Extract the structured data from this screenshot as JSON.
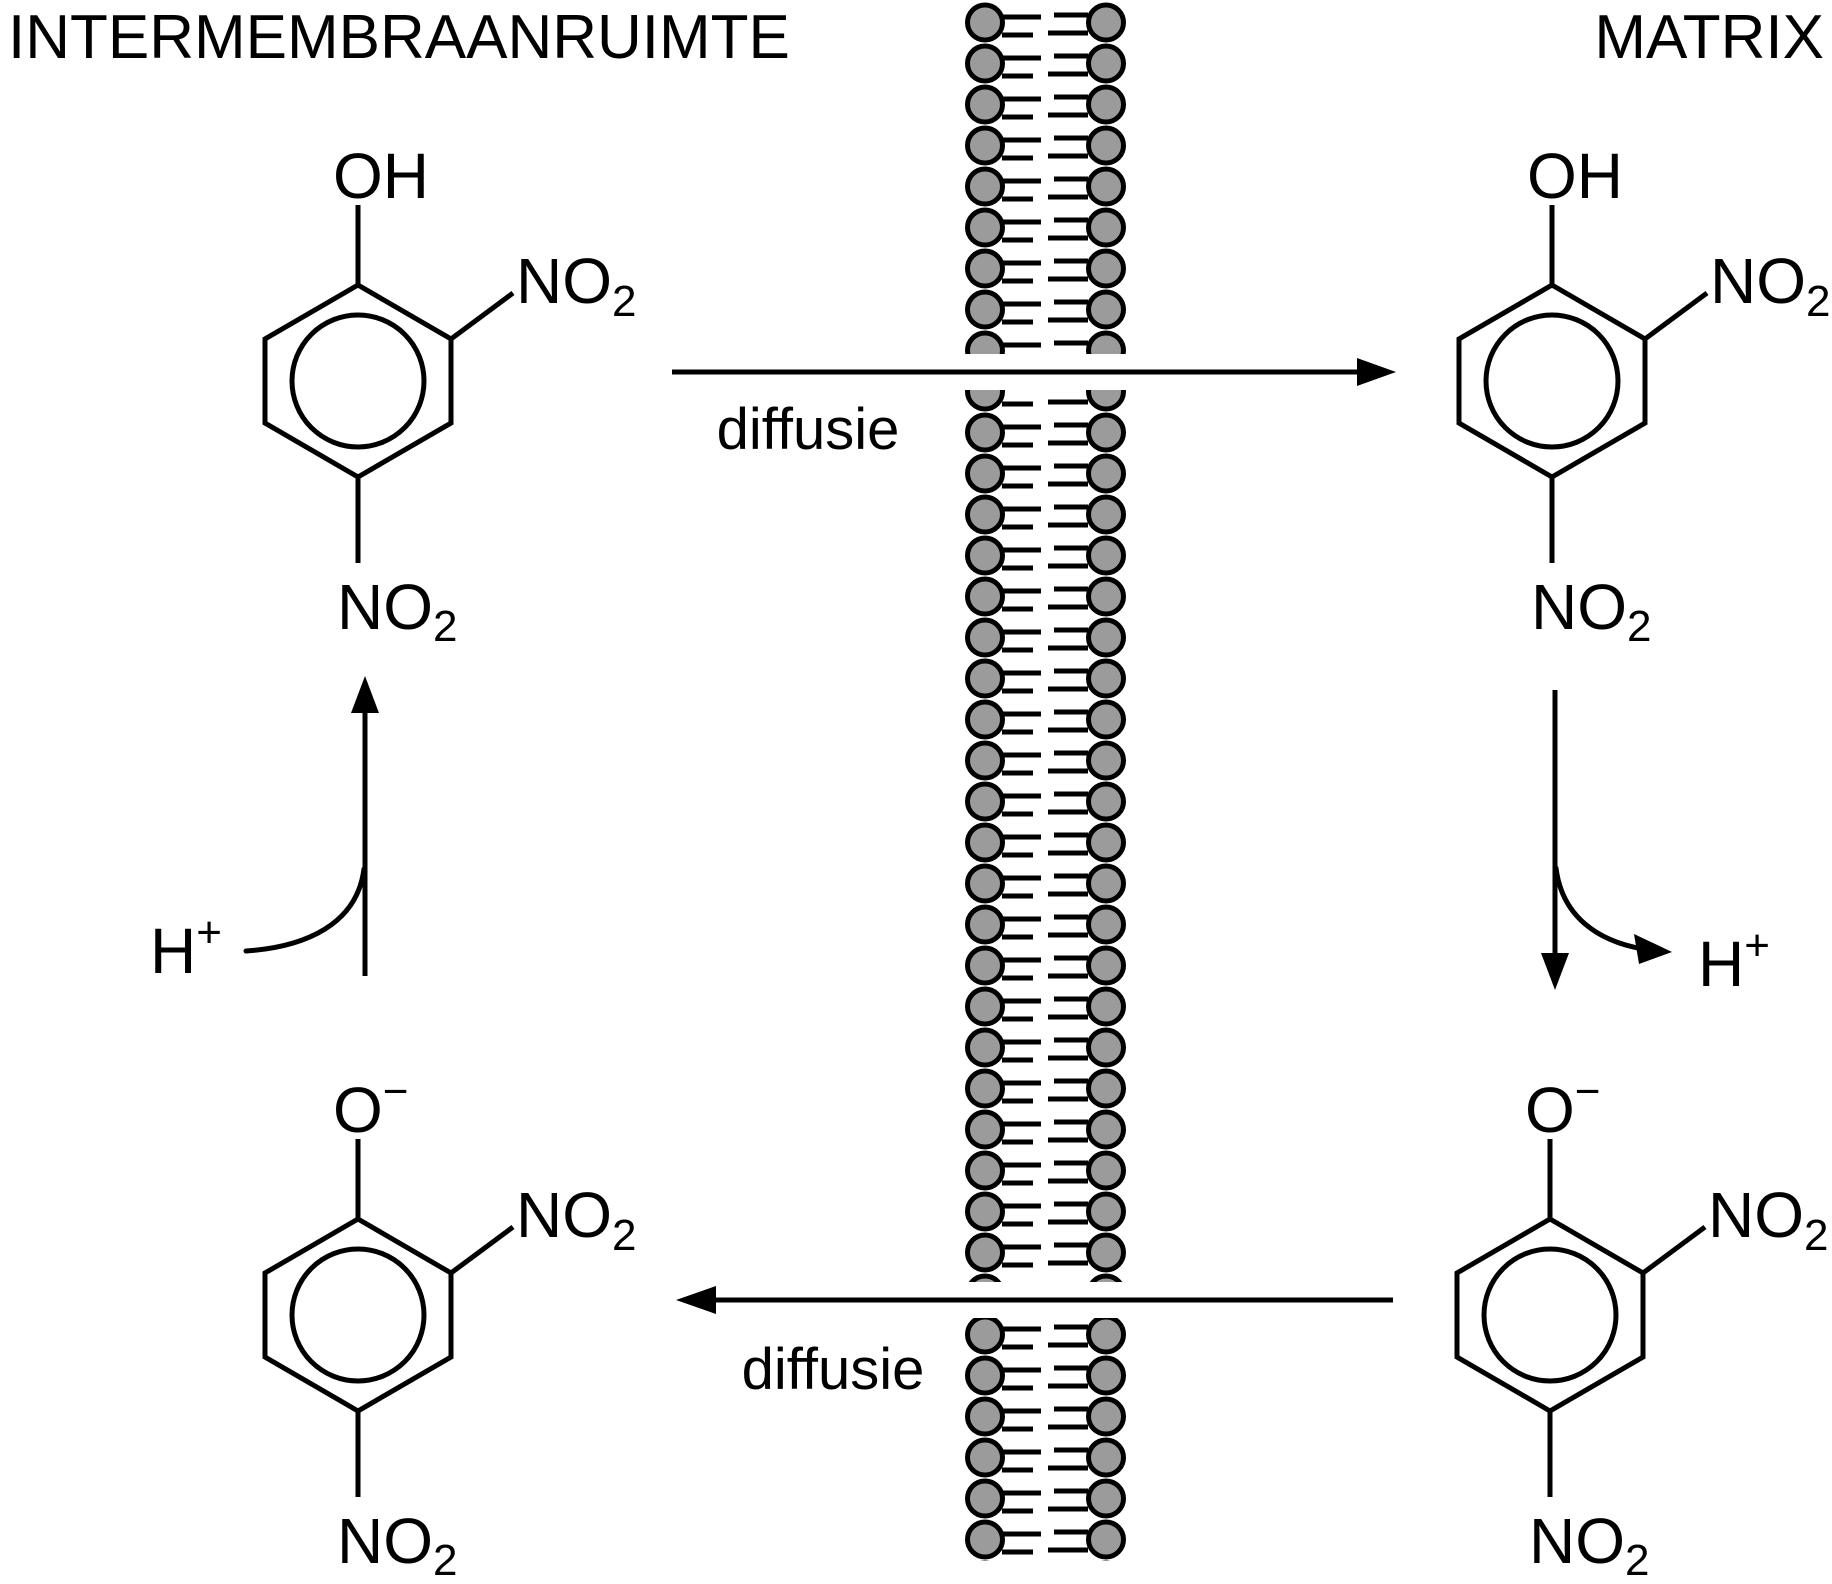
{
  "compartments": {
    "intermembrane_space": "INTERMEMBRAANRUIMTE",
    "matrix": "MATRIX"
  },
  "diffusion": {
    "top_label": "diffusie",
    "bottom_label": "diffusie"
  },
  "chem": {
    "hydroxyl": "OH",
    "oxygen": "O",
    "minus": "−",
    "nitro": "NO",
    "nitro_sub": "2",
    "proton": "H",
    "plus": "+"
  },
  "colors": {
    "ink": "#000000",
    "lipid_head": "#9b9b9b",
    "background": "#ffffff"
  }
}
